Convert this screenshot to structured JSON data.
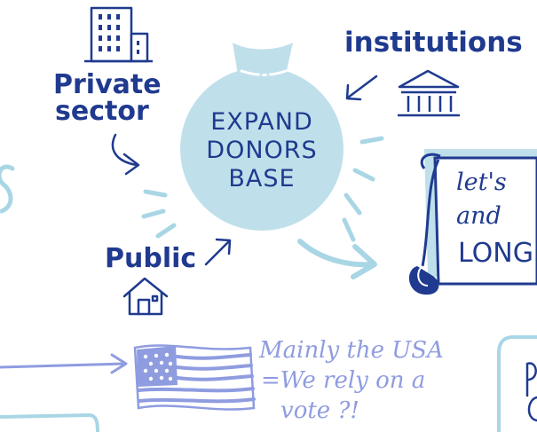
{
  "bag": {
    "line1": "EXPAND",
    "line2": "DONORS",
    "line3": "BASE"
  },
  "labels": {
    "private_line1": "Private",
    "private_line2": "sector",
    "institutions": "institutions",
    "public": "Public"
  },
  "scroll": {
    "line1": "let's",
    "line2": "and",
    "line3": "LONG"
  },
  "note": {
    "line1": "Mainly the USA",
    "line2": "=We rely on a",
    "line3": "vote ?!"
  },
  "colors": {
    "navy": "#1f3a8f",
    "bag_fill": "#bfe0ea",
    "light_blue": "#a9d6e5",
    "periwinkle": "#8f9ce0"
  }
}
